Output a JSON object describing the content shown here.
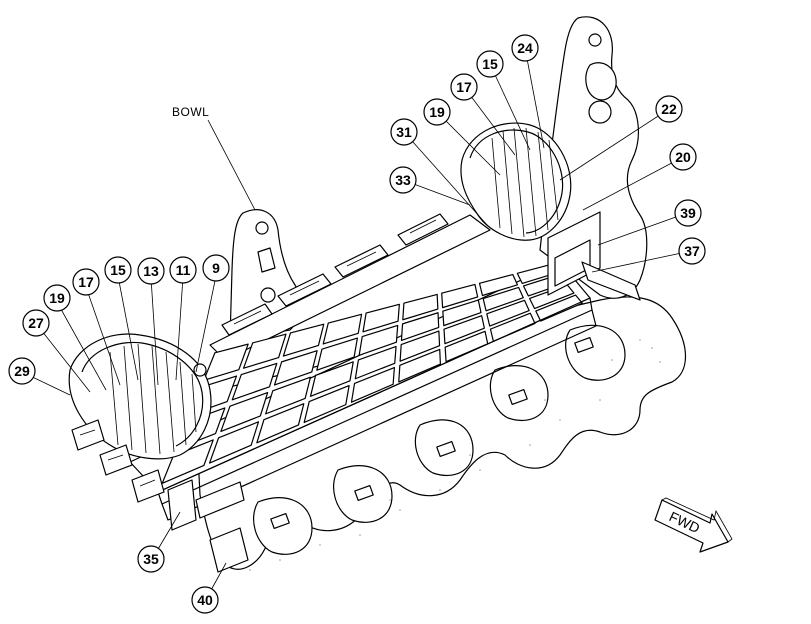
{
  "diagram": {
    "bowl_label": "BOWL",
    "fwd_label": "FWD",
    "callouts": [
      "9",
      "11",
      "13",
      "15",
      "17",
      "19",
      "27",
      "29",
      "35",
      "40",
      "33",
      "31",
      "19",
      "17",
      "15",
      "24",
      "22",
      "20",
      "39",
      "37"
    ]
  }
}
